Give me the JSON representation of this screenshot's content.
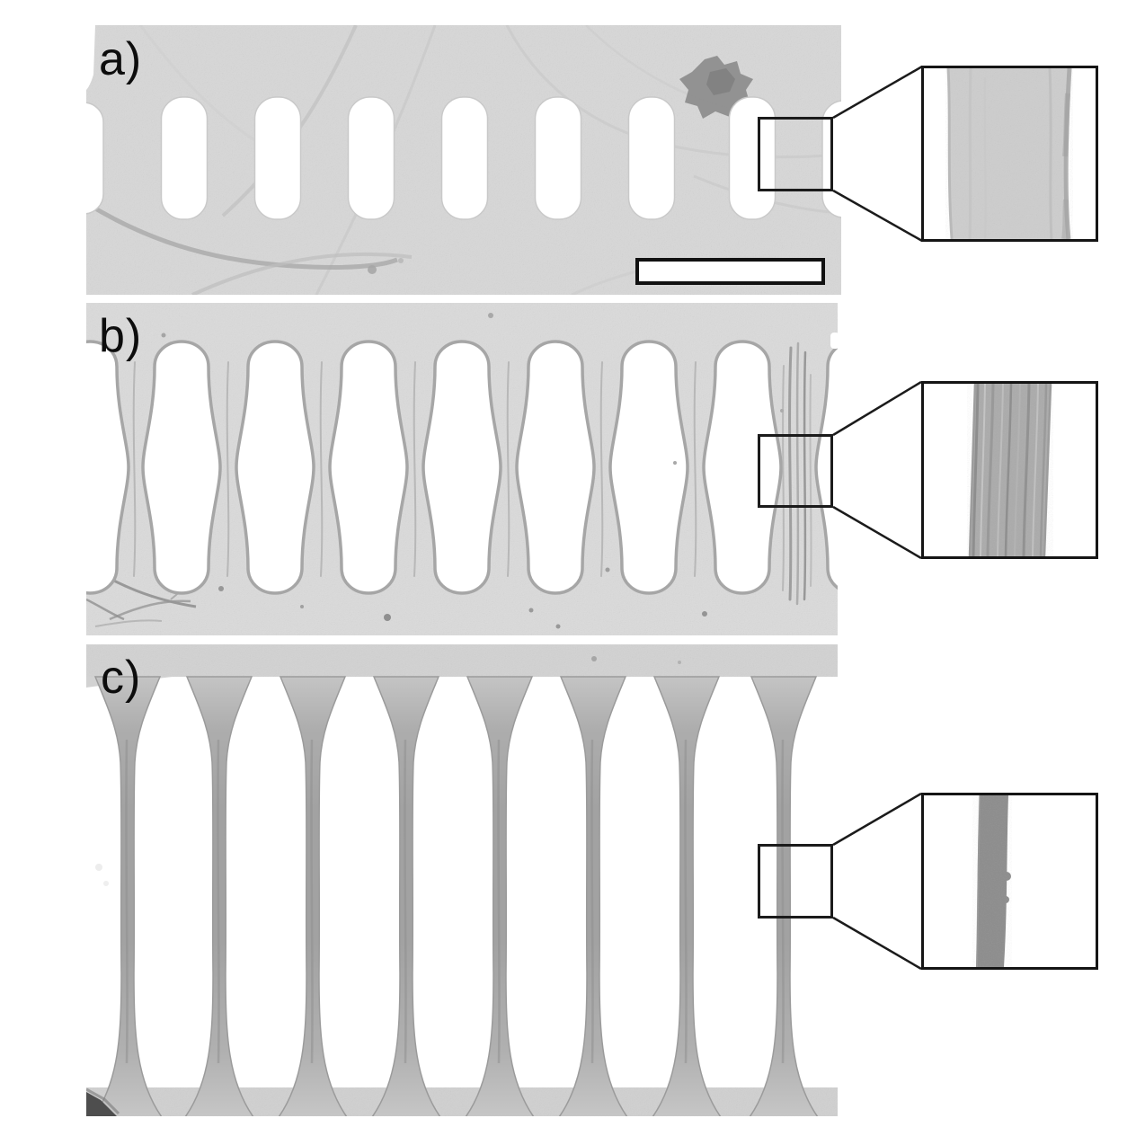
{
  "figure": {
    "panels": [
      {
        "id": "a",
        "label": "a)"
      },
      {
        "id": "b",
        "label": "b)"
      },
      {
        "id": "c",
        "label": "c)"
      }
    ],
    "scale_bar": {
      "present": true,
      "label": ""
    },
    "insets_count": 3,
    "colors": {
      "page_background": "#ffffff",
      "membrane_a": "#d7d7d7",
      "membrane_b": "#dadada",
      "membrane_c_band": "#d2d2d2",
      "strut_gray": "#a2a2a2",
      "inset_band_a": "#cdcdcd",
      "inset_band_b": "#ababab",
      "inset_band_c": "#8d8d8d",
      "outline_black": "#1b1b1b",
      "hole_white": "#ffffff"
    }
  }
}
